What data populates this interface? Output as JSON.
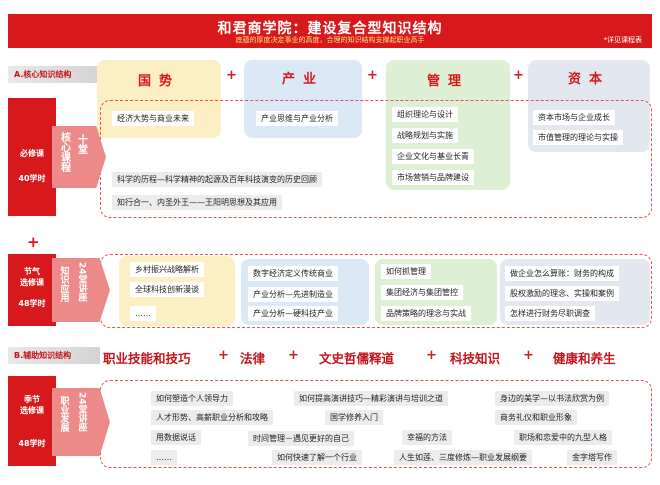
{
  "header": {
    "title": "和君商学院：建设复合型知识结构",
    "subtitle": "底蕴的厚度决定事业的高度，合理的知识结构支撑起职业高手",
    "detail_link": "*详见课程表"
  },
  "section_a": {
    "label": "A.核心知识结构",
    "left_label": "必修课",
    "left_hours": "40学时",
    "chev_main": "核心课程",
    "chev_count": "十堂",
    "categories": [
      {
        "title": "国势",
        "items": [
          "经济大势与商业未来"
        ]
      },
      {
        "title": "产业",
        "items": [
          "产业思维与产业分析"
        ]
      },
      {
        "title": "管理",
        "items": [
          "组织理论与设计",
          "战略规划与实施",
          "企业文化与基业长青",
          "市场营销与品牌建设"
        ]
      },
      {
        "title": "资本",
        "items": [
          "资本市场与企业成长",
          "市值管理的理论与实操"
        ]
      }
    ],
    "wide_items": [
      "科学的历程—科学精神的起源及百年科技演变的历史回顾",
      "知行合一、内圣外王——王阳明思想及其应用"
    ]
  },
  "section_seasonal": {
    "left_label": "节气\n选修课",
    "left_hours": "48学时",
    "chev_main": "知识应用",
    "chev_count": "24堂讲座",
    "col1": [
      "乡村振兴战略解析",
      "全球科技创新漫谈",
      "……"
    ],
    "col2": [
      "数字经济定义传统商业",
      "产业分析—先进制造业",
      "产业分析—硬科技产业"
    ],
    "col3": [
      "如何抓管理",
      "集团经济与集团管控",
      "品牌策略的理念与实战"
    ],
    "col4": [
      "做企业怎么算账：财务的构成",
      "股权激励的理念、实操和案例",
      "怎样进行财务尽职调查"
    ]
  },
  "section_b": {
    "label": "B.辅助知识结构",
    "skills": [
      "职业技能和技巧",
      "法律",
      "文史哲儒释道",
      "科技知识",
      "健康和养生"
    ],
    "left_label": "季节\n选修课",
    "left_hours": "48学时",
    "chev_main": "职业发展",
    "chev_count": "24堂讲座",
    "items": [
      "如何塑造个人领导力",
      "如何提高演讲技巧—精彩演讲与培训之道",
      "身边的美学—以书法欣赏为例",
      "人才形势、高薪职业分析和攻略",
      "国学修养入门",
      "商务礼仪和职业形象",
      "用数据说话",
      "时间管理－遇见更好的自己",
      "幸福的方法",
      "职场和恋爱中的九型人格",
      "……",
      "如何快速了解一个行业",
      "人生如莲、三度修炼—职业发展纲要",
      "金字塔写作"
    ]
  }
}
